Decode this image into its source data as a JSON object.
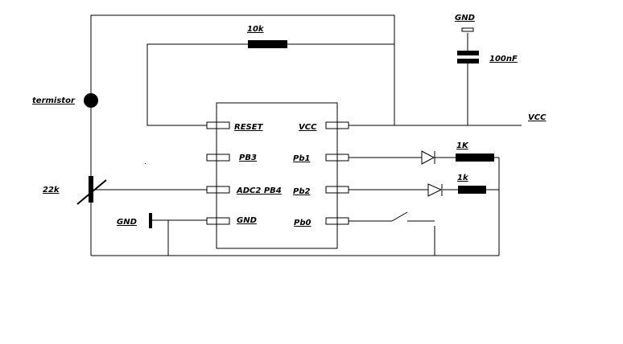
{
  "schematic": {
    "labels": {
      "resistor_top": "10k",
      "cap_gnd": "GND",
      "cap_value": "100nF",
      "vcc_rail": "VCC",
      "thermistor": "termistor",
      "pot": "22k",
      "left_gnd": "GND",
      "res_pb1": "1K",
      "res_pb2": "1k"
    },
    "chip_pins_left": [
      "RESET",
      "PB3",
      "ADC2 PB4",
      "GND"
    ],
    "chip_pins_right": [
      "VCC",
      "Pb1",
      "Pb2",
      "Pb0"
    ]
  }
}
